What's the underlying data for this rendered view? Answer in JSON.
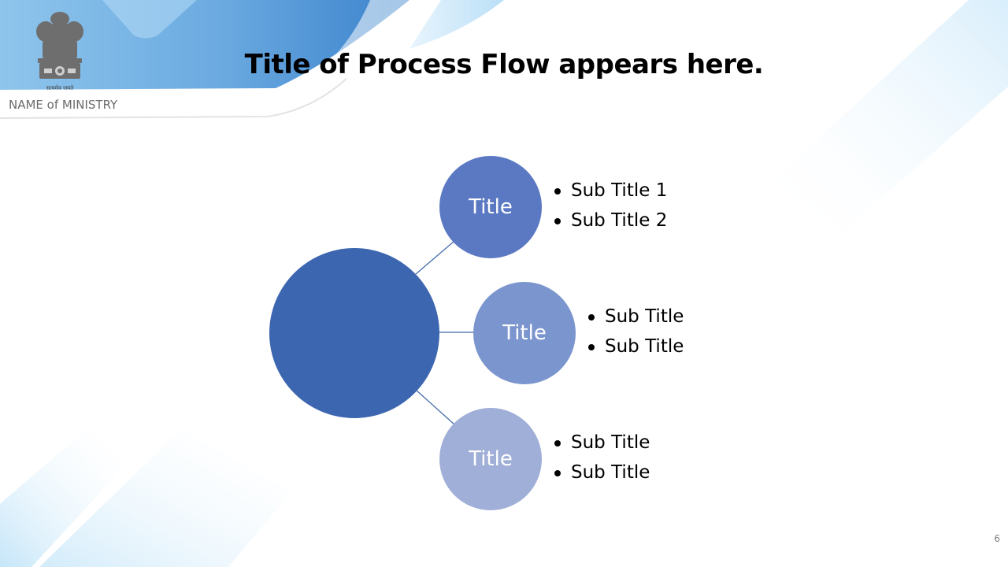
{
  "header": {
    "ministry": "NAME of MINISTRY",
    "emblem_motto": "सत्यमेव जयते",
    "title": "Title of Process Flow appears here."
  },
  "diagram": {
    "hub": {
      "color": "#3d66b0"
    },
    "nodes": [
      {
        "label": "Title",
        "color": "#5b79c3",
        "bullets": [
          "Sub Title 1",
          "Sub Title 2"
        ]
      },
      {
        "label": "Title",
        "color": "#7b95ce",
        "bullets": [
          "Sub Title",
          "Sub Title"
        ]
      },
      {
        "label": "Title",
        "color": "#a0afd8",
        "bullets": [
          "Sub Title",
          "Sub Title"
        ]
      }
    ]
  },
  "footer": {
    "page_number": "6"
  },
  "colors": {
    "banner_blue": "#4a8fd4",
    "banner_light": "#9fd3f3",
    "connector": "#3f67a8"
  }
}
